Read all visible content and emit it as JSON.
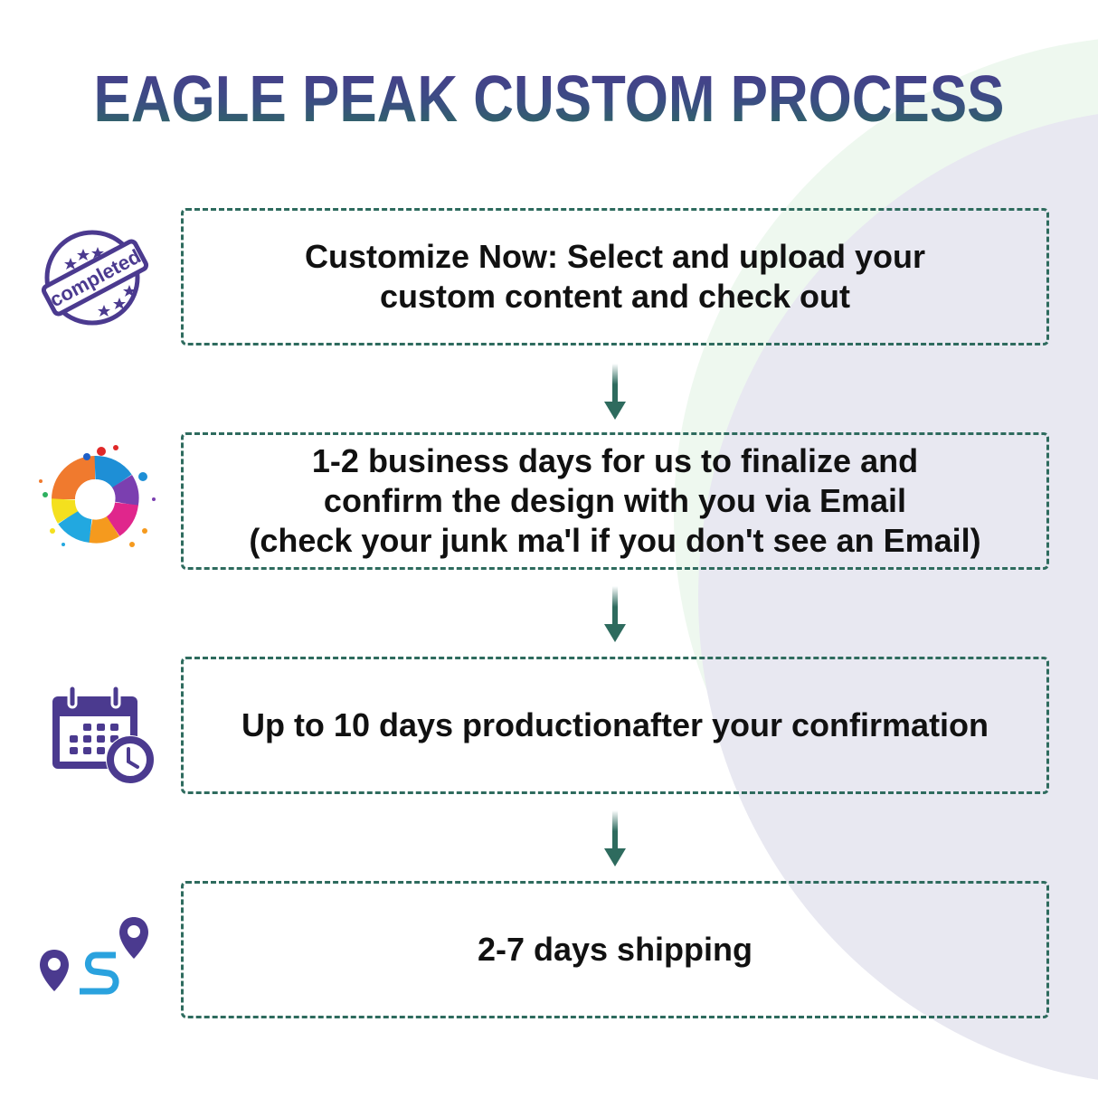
{
  "header": {
    "title": "EAGLE PEAK CUSTOM PROCESS"
  },
  "colors": {
    "title_gradient_top": "#4A3A8E",
    "title_gradient_bottom": "#2B6C5E",
    "dashed_border": "#2E6B5E",
    "arrow": "#2E6B5E",
    "icon_purple": "#4B3A8F",
    "icon_blue": "#2AA2DE",
    "bg_circle_lavender": "#E8E8F1",
    "bg_circle_green": "#EEF8EF"
  },
  "steps": [
    {
      "icon": "completed-stamp-icon",
      "stamp_label": "completed",
      "lines": [
        "Customize Now: Select and upload your",
        "custom content and check out"
      ]
    },
    {
      "icon": "paint-splash-icon",
      "lines": [
        "1-2 business days for us to finalize and",
        "confirm the design with you via Email",
        "(check your junk ma'l if you don't see an Email)"
      ]
    },
    {
      "icon": "calendar-clock-icon",
      "lines": [
        "Up to 10 days productionafter your confirmation"
      ]
    },
    {
      "icon": "route-pins-icon",
      "lines": [
        "2-7 days shipping"
      ]
    }
  ]
}
